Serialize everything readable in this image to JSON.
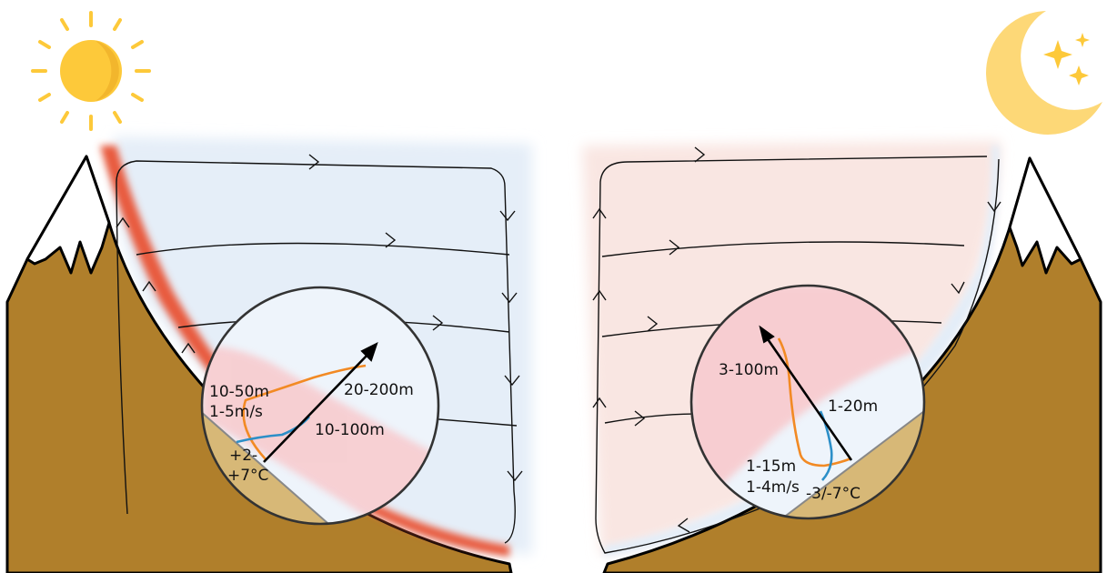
{
  "colors": {
    "sun": "#fdc93a",
    "sun_shade": "#f2b62d",
    "moon": "#fdd877",
    "mountain": "#b07f2b",
    "snow": "#ffffff",
    "warm_layer": "#e85a3c",
    "cool_air": "#e3edf8",
    "warm_air": "#f8e4e0",
    "inset_ground": "#d7b877",
    "inset_warm": "#f8c9cc",
    "profile_orange": "#f28a24",
    "profile_blue": "#2c8fc8"
  },
  "day": {
    "icon": "sun-icon",
    "labels": {
      "layer_depth": "10-50m",
      "layer_speed": "1-5m/s",
      "upper_depth": "20-200m",
      "mid_depth": "10-100m",
      "temp_top": "+2-",
      "temp_bottom": "+7°C"
    }
  },
  "night": {
    "icon": "moon-stars-icon",
    "labels": {
      "upper_depth": "3-100m",
      "mid_depth": "1-20m",
      "layer_depth": "1-15m",
      "layer_speed": "1-4m/s",
      "temp": "-3/-7°C"
    }
  }
}
